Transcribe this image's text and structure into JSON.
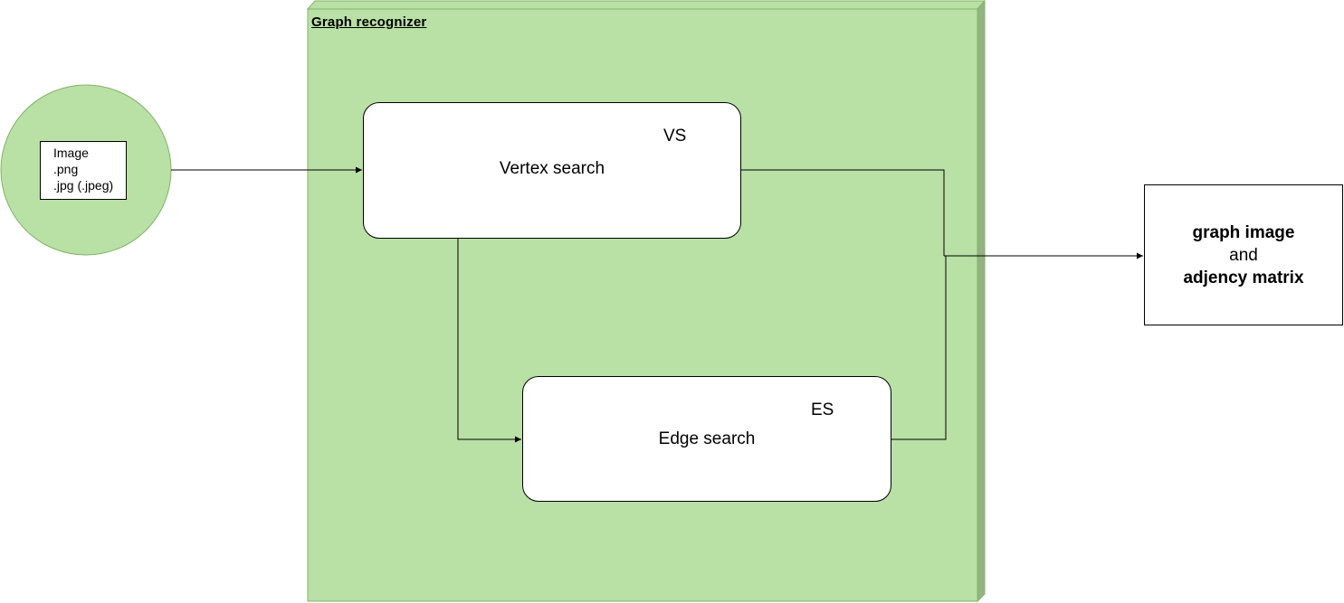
{
  "container": {
    "label": "Graph recognizer"
  },
  "input": {
    "lines": [
      "Image",
      ".png",
      ".jpg (.jpeg)"
    ]
  },
  "vertex_search": {
    "abbr": "VS",
    "label": "Vertex search"
  },
  "edge_search": {
    "abbr": "ES",
    "label": "Edge search"
  },
  "output": {
    "line1": "graph image",
    "line2": "and",
    "line3": "adjency matrix"
  },
  "colors": {
    "container_fill": "#b9e0a5",
    "container_stroke": "#82b366",
    "container_side": "#94b384",
    "input_circle_fill": "#b9e0a5",
    "input_circle_stroke": "#82b366",
    "line": "#000000"
  }
}
